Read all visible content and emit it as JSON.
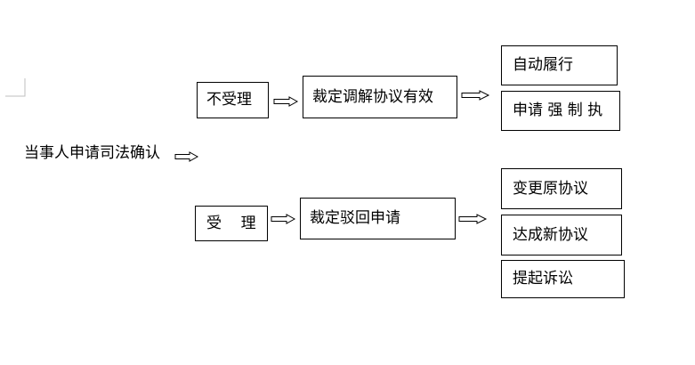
{
  "root": {
    "label": "当事人申请司法确认"
  },
  "branches": {
    "reject": {
      "label": "不受理",
      "result": "裁定调解协议有效",
      "outcomes": [
        "自动履行",
        "申请 强 制 执"
      ]
    },
    "accept": {
      "label": "受    理",
      "result": "裁定驳回申请",
      "outcomes": [
        "变更原协议",
        "达成新协议",
        "提起诉讼"
      ]
    }
  },
  "colors": {
    "line": "#000000",
    "background": "#ffffff",
    "corner_mark": "#bfbfbf"
  }
}
